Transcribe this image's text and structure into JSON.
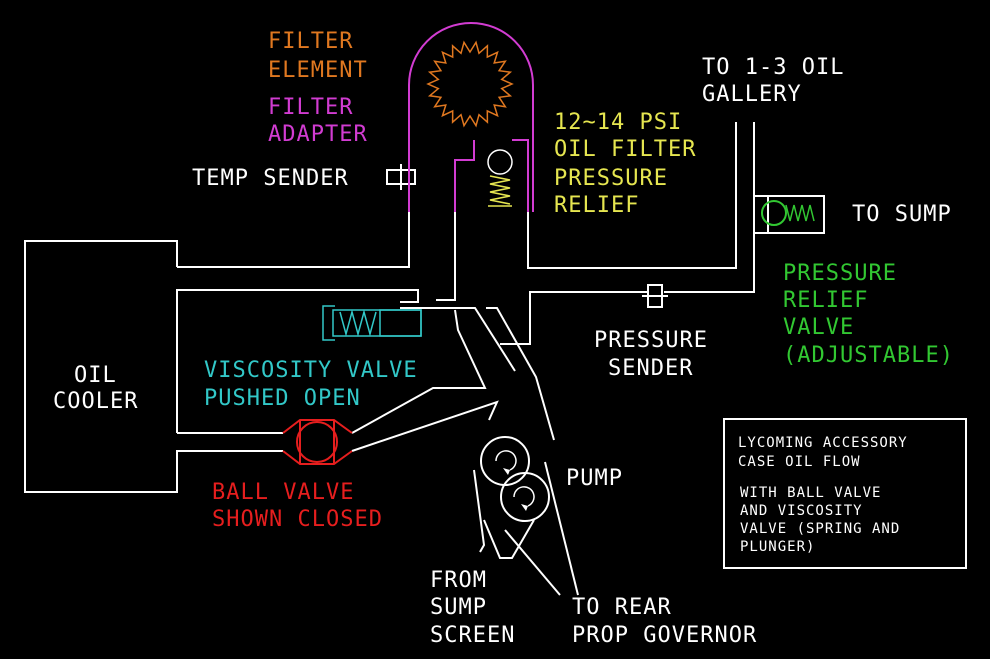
{
  "colors": {
    "background": "#000000",
    "pipe": "#ffffff",
    "filter_element": "#e07820",
    "filter_adapter": "#d23cd2",
    "relief_yellow": "#e6e650",
    "relief_green": "#32c832",
    "viscosity": "#32c8c8",
    "ball_valve": "#e61e1e"
  },
  "labels": {
    "filter_element": [
      "FILTER",
      "ELEMENT"
    ],
    "filter_adapter": [
      "FILTER",
      "ADAPTER"
    ],
    "temp_sender": "TEMP SENDER",
    "oil_filter_relief": [
      "12~14 PSI",
      "OIL FILTER",
      "PRESSURE",
      "RELIEF"
    ],
    "to_gallery": [
      "TO 1-3 OIL",
      "GALLERY"
    ],
    "to_sump": "TO SUMP",
    "pressure_relief_valve": [
      "PRESSURE",
      "RELIEF",
      "VALVE",
      "(ADJUSTABLE)"
    ],
    "pressure_sender": [
      "PRESSURE",
      "SENDER"
    ],
    "oil_cooler": [
      "OIL",
      "COOLER"
    ],
    "viscosity_valve": [
      "VISCOSITY VALVE",
      "PUSHED OPEN"
    ],
    "ball_valve": [
      "BALL VALVE",
      "SHOWN CLOSED"
    ],
    "pump": "PUMP",
    "from_sump": [
      "FROM",
      "SUMP",
      "SCREEN"
    ],
    "to_prop": [
      "TO REAR",
      "PROP GOVERNOR"
    ]
  },
  "legend": {
    "title_lines": [
      "LYCOMING ACCESSORY",
      "CASE OIL FLOW"
    ],
    "body_lines": [
      "WITH BALL VALVE",
      "AND VISCOSITY",
      "VALVE (SPRING AND",
      "PLUNGER)"
    ]
  },
  "icons": {
    "filter_element": "starburst-filter-icon",
    "relief_valve": "spring-ball-valve-icon",
    "pump": "gear-pump-icon",
    "ball_valve": "ball-check-valve-icon",
    "viscosity_valve": "plunger-valve-icon"
  }
}
